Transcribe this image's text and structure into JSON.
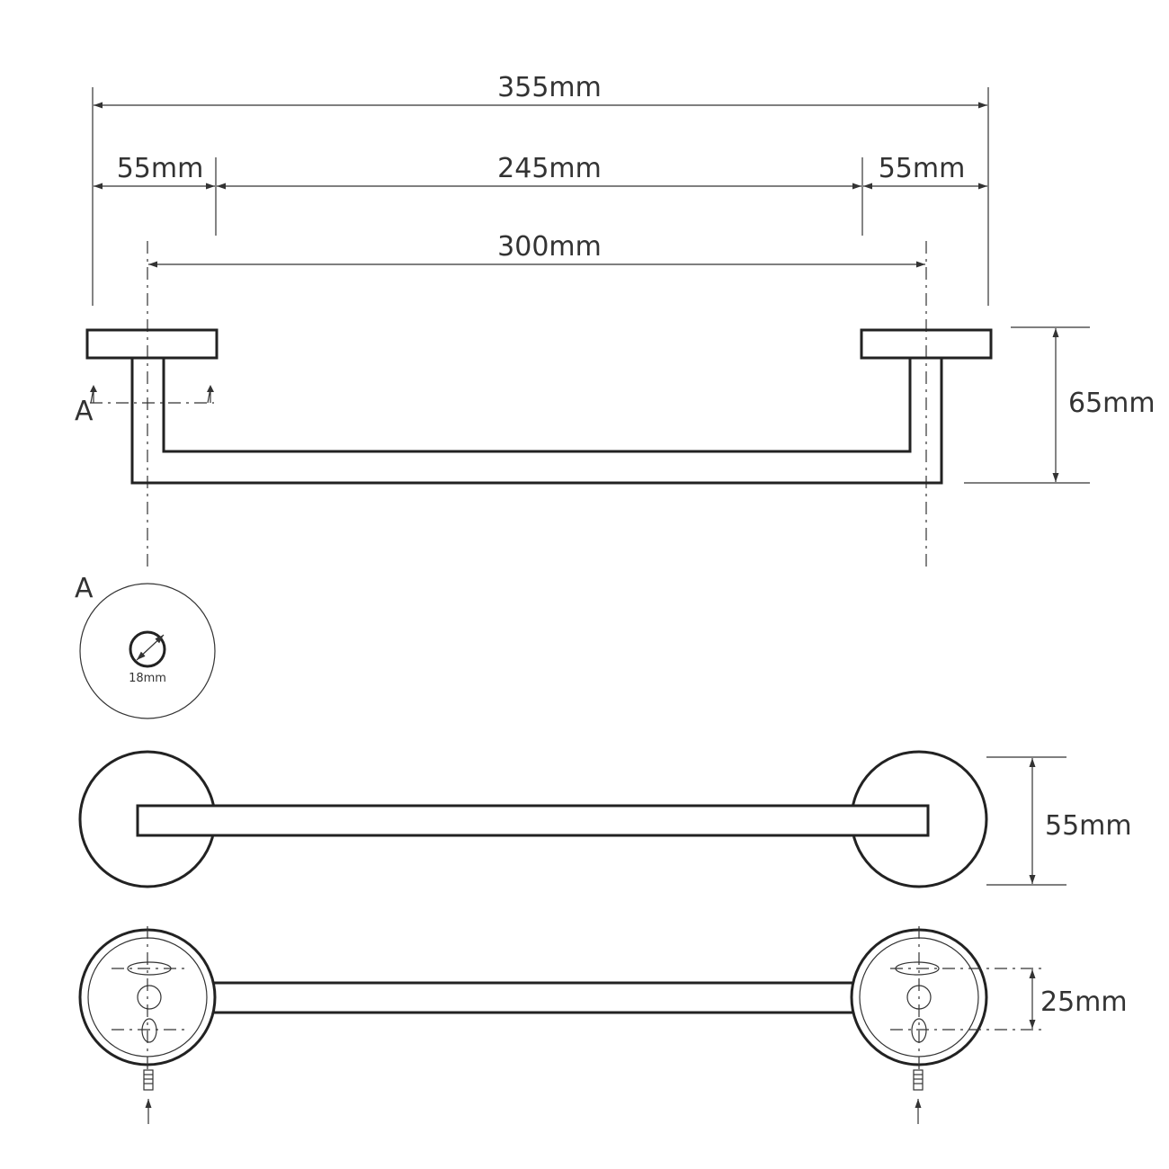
{
  "colors": {
    "line": "#222222",
    "dimension": "#333333",
    "background": "#ffffff"
  },
  "dimensions": {
    "overall_width": "355mm",
    "left_rose": "55mm",
    "bar_span": "245mm",
    "right_rose": "55mm",
    "mounting_centers": "300mm",
    "projection_depth": "65mm",
    "rose_diameter": "55mm",
    "screw_spacing": "25mm"
  },
  "section": {
    "marker_label": "A",
    "view_label": "A",
    "tube_diameter": "18mm"
  }
}
